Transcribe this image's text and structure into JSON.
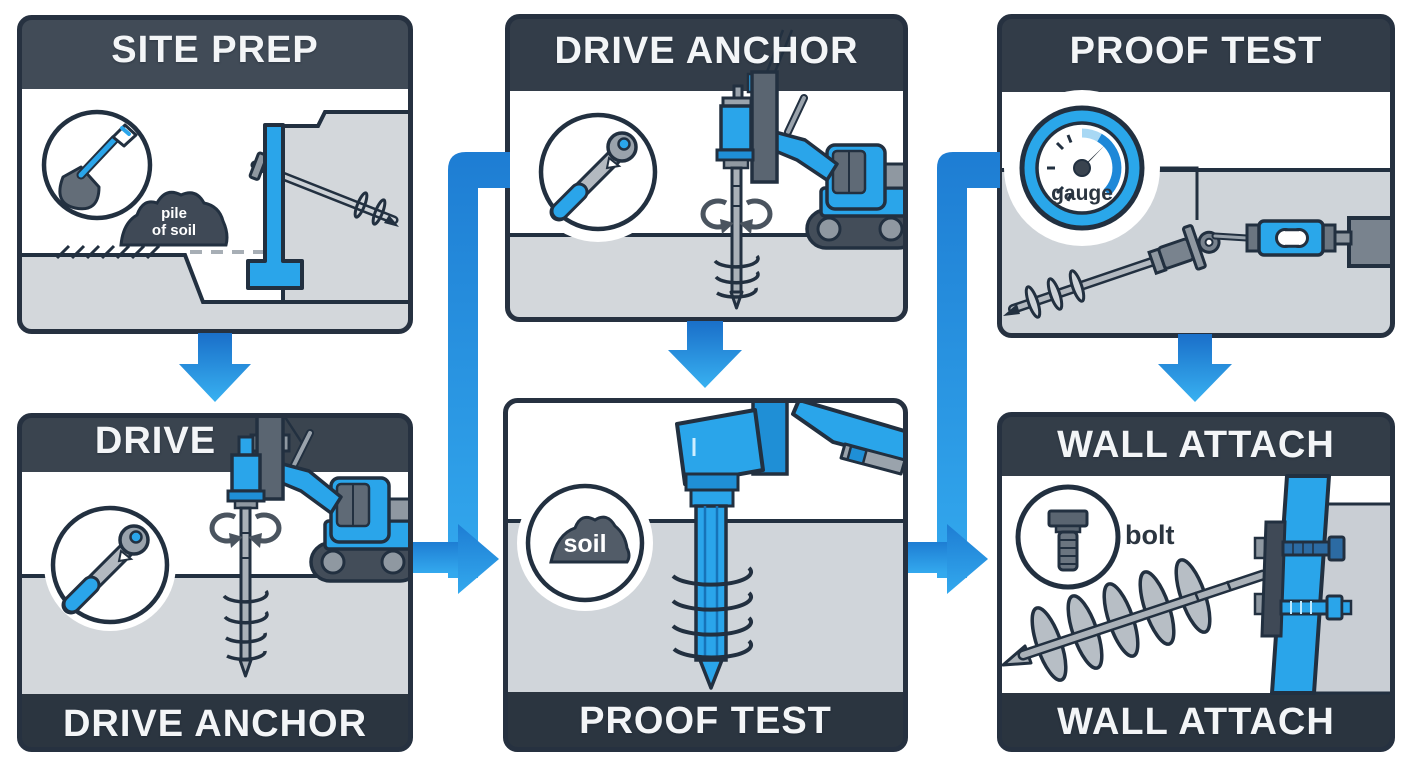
{
  "palette": {
    "outline": "#223040",
    "header_bg": "#3c4652",
    "footer_bg": "#2b3540",
    "accent_blue": "#2aa5ea",
    "accent_blue_dark": "#1f8fd6",
    "arrow_gradient_top": "#1a6fc9",
    "arrow_gradient_bottom": "#38b1f1",
    "soil_gray": "#d3d7db",
    "mound_dark": "#3f4956",
    "metal_gray": "#9aa3ac"
  },
  "flow": {
    "panels": [
      {
        "id": "site-prep",
        "header": "SITE PREP",
        "icon": "shovel-icon",
        "pile_label_line1": "pile",
        "pile_label_line2": "of soil"
      },
      {
        "id": "drive-anchor",
        "header": "DRIVE ANCHOR",
        "icon": "wrench-icon"
      },
      {
        "id": "proof-test",
        "header": "PROOF TEST",
        "icon": "gauge-icon",
        "gauge_label": "gauge"
      },
      {
        "id": "drive",
        "header": "DRIVE",
        "footer": "DRIVE ANCHOR",
        "icon": "wrench-icon"
      },
      {
        "id": "proof-test-2",
        "footer": "PROOF TEST",
        "icon": "soil-icon",
        "soil_label": "soil"
      },
      {
        "id": "wall-attach",
        "header": "WALL ATTACH",
        "footer": "WALL ATTACH",
        "icon": "bolt-icon",
        "bolt_label": "bolt"
      }
    ]
  }
}
